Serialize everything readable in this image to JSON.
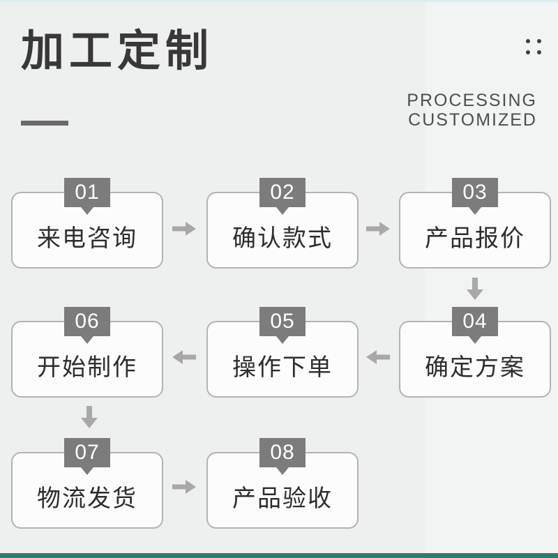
{
  "header": {
    "title": "加工定制",
    "subtitle_line1": "PROCESSING",
    "subtitle_line2": "CUSTOMIZED"
  },
  "steps": [
    {
      "number": "01",
      "label": "来电咨询"
    },
    {
      "number": "02",
      "label": "确认款式"
    },
    {
      "number": "03",
      "label": "产品报价"
    },
    {
      "number": "04",
      "label": "确定方案"
    },
    {
      "number": "05",
      "label": "操作下单"
    },
    {
      "number": "06",
      "label": "开始制作"
    },
    {
      "number": "07",
      "label": "物流发货"
    },
    {
      "number": "08",
      "label": "产品验收"
    }
  ],
  "colors": {
    "background": "#eef0ef",
    "card_background": "#fcfcfc",
    "card_border": "#b3b3b3",
    "badge": "#7c7c7c",
    "badge_text": "#ffffff",
    "arrow": "#a8a8a8",
    "bottom_bar": "#2f7c6e",
    "title_text": "#383838"
  }
}
